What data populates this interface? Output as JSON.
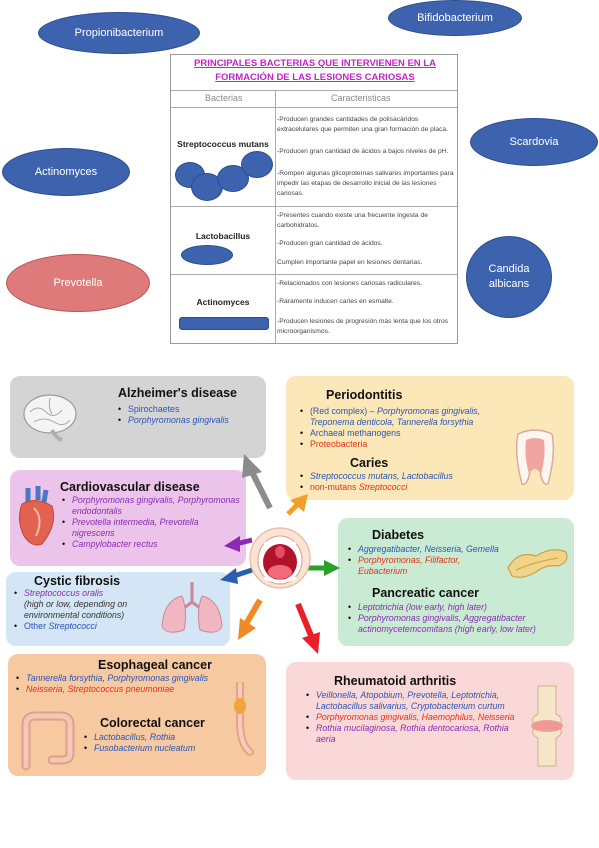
{
  "ellipses": {
    "propionibacterium": "Propionibacterium",
    "bifidobacterium": "Bifidobacterium",
    "scardovia": "Scardovia",
    "actinomyces": "Actinomyces",
    "prevotella": "Prevotella",
    "candida_line1": "Candida",
    "candida_line2": "albicans"
  },
  "table": {
    "title_line1": "PRINCIPALES BACTERIAS QUE INTERVIENEN EN LA",
    "title_line2": "FORMACIÓN DE LAS LESIONES CARIOSAS",
    "col_bacterias": "Bacterias",
    "col_caracteristicas": "Caracteristicas",
    "rows": [
      {
        "name": "Streptococcus mutans",
        "chars": [
          "-Producen grandes cantidades de polisacáridos extracelulares que permiten una gran formación de placa.",
          "-Producen gran cantidad de ácidos a bajos niveles de pH.",
          "-Rompen algunas glicoproteínas salivares importantes para impedir las etapas de desarrollo inicial de las lesiones cariosas."
        ]
      },
      {
        "name": "Lactobacillus",
        "chars": [
          "-Presentes cuando existe una frecuente ingesta de carbohidratos.",
          "-Producen gran cantidad de ácidos.",
          "Cumplen importante papel en lesiones dentarias."
        ]
      },
      {
        "name": "Actinomyces",
        "chars": [
          "-Relacionados con lesiones cariosas radiculares.",
          "-Raramente inducen caries en esmalte.",
          "-Producen lesiones de progresión más lenta que los otros microorganismos."
        ]
      }
    ]
  },
  "panels": {
    "alzheimer": {
      "title": "Alzheimer's disease",
      "items": [
        "Spirochaetes",
        "Porphyromonas gingivalis"
      ]
    },
    "periodontitis": {
      "title": "Periodontitis",
      "item1_prefix": "(Red complex) – ",
      "item1_rest": "Porphyromonas gingivalis, Treponema denticola, Tannerella forsythia",
      "item2": "Archaeal methanogens",
      "item3": "Proteobacteria",
      "caries_title": "Caries",
      "caries_item1": "Streptococcus mutans, Lactobacillus",
      "caries_item2_prefix": "non-mutans ",
      "caries_item2_rest": "Streptococci"
    },
    "cardiovascular": {
      "title": "Cardiovascular disease",
      "items": [
        "Porphyromonas gingivalis, Porphyromonas endodontalis",
        "Prevotella intermedia, Prevotella nigrescens",
        "Campylobacter rectus"
      ]
    },
    "diabetes": {
      "title": "Diabetes",
      "item1": "Aggregatibacter, Neisseria, Gemella",
      "item2": "Porphyromonas, Filifactor, Eubacterium",
      "pancreatic_title": "Pancreatic cancer",
      "pan1_a": "Leptotrichia",
      "pan1_b": " (low early, high later)",
      "pan2_a": "Porphyromonas gingivalis, Aggregatibacter actinomycetemcomitans",
      "pan2_b": " (high early, low later)"
    },
    "cystic": {
      "title": "Cystic fibrosis",
      "item1_a": "Streptococcus oralis",
      "item1_b": "(high or low, depending on environmental conditions)",
      "item2_a": "Other ",
      "item2_b": "Streptococci"
    },
    "esophageal": {
      "title": "Esophageal cancer",
      "item1": "Tannerella forsythia, Porphyromonas gingivalis",
      "item2": "Neisseria, Streptococcus pneumoniae",
      "colorectal_title": "Colorectal cancer",
      "col1": "Lactobacillus, Rothia",
      "col2": "Fusobacterium nucleatum"
    },
    "rheumatoid": {
      "title": "Rheumatoid arthritis",
      "item1": "Veillonella, Atopobium, Prevotella, Leptotrichia, Lactobacillus salivarius, Cryptobacterium curtum",
      "item2": "Porphyromonas gingivalis, Haemophilus, Neisseria",
      "item3": "Rothia mucilaginosa, Rothia dentocariosa, Rothia aeria"
    }
  },
  "colors": {
    "ellipse_blue": "#3e63ae",
    "ellipse_red": "#df7a7a",
    "title_magenta": "#c026c4",
    "alzheimer_bg": "#d4d4d4",
    "periodontitis_bg": "#fbe7b8",
    "cardio_bg": "#ecc4ea",
    "diabetes_bg": "#c9ead3",
    "cystic_bg": "#d4e6f5",
    "esophageal_bg": "#f7c9a0",
    "rheumatoid_bg": "#fbd8d8"
  }
}
